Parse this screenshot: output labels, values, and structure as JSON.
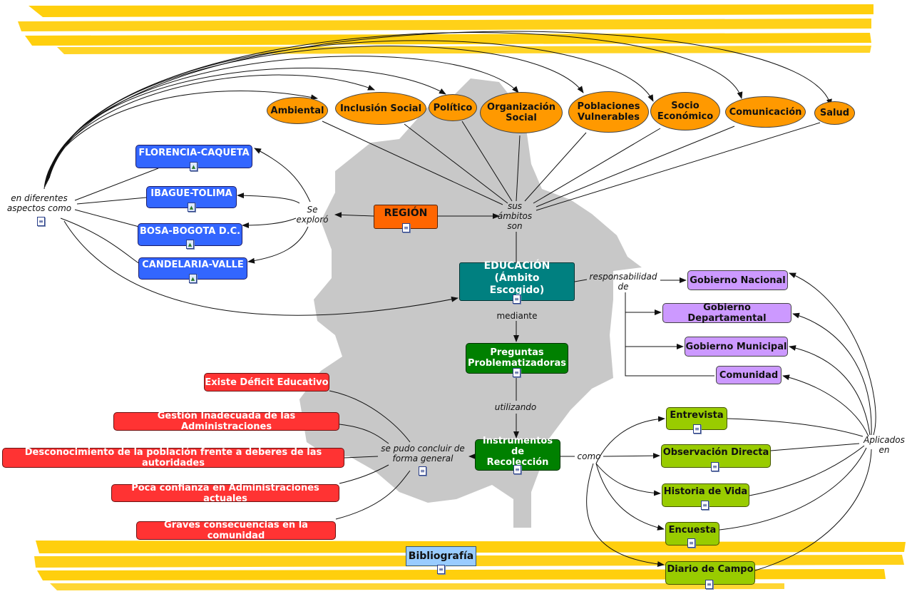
{
  "colors": {
    "stripes": "#ffcc00",
    "map": "#c8c8c8",
    "orange": "#ff9900",
    "blue": "#3366ff",
    "red": "#ff3333",
    "lavender": "#cc99ff",
    "lime": "#99cc00",
    "dark_green": "#008000",
    "teal": "#008080",
    "region": "#ff6600",
    "bibliography": "#99ccff"
  },
  "ambitos": [
    "Ambiental",
    "Inclusión Social",
    "Político",
    "Organización Social",
    "Poblaciones Vulnerables",
    "Socio Económico",
    "Comunicación",
    "Salud"
  ],
  "places": [
    "FLORENCIA-CAQUETA",
    "IBAGUE-TOLIMA",
    "BOSA-BOGOTA D.C.",
    "CANDELARIA-VALLE"
  ],
  "conclusions": [
    "Existe Déficit Educativo",
    "Gestión Inadecuada de las Administraciones",
    "Desconocimiento de la población frente a deberes de las autoridades",
    "Poca confianza en Administraciones actuales",
    "Graves consecuencias en la comunidad"
  ],
  "governments": [
    "Gobierno Nacional",
    "Gobierno Departamental",
    "Gobierno Municipal",
    "Comunidad"
  ],
  "instruments": [
    "Entrevista",
    "Observación Directa",
    "Historia de Vida",
    "Encuesta",
    "Diario de Campo"
  ],
  "center": {
    "region": "REGIÓN",
    "education": "EDUCACIÓN (Ámbito Escogido)",
    "questions": "Preguntas Problematizadoras",
    "instruments": "Instrumentos de Recolección",
    "bibliography": "Bibliografía"
  },
  "links": {
    "different_aspects": "en diferentes aspectos como",
    "explored": "Se exploró",
    "ambits_are": "sus ámbitos son",
    "responsibility": "responsabilidad de",
    "through": "mediante",
    "using": "utilizando",
    "like": "como",
    "applied": "Aplicados en",
    "concluded": "se pudo concluir de forma general"
  },
  "icons": {
    "document": "document-icon",
    "image": "image-icon"
  }
}
